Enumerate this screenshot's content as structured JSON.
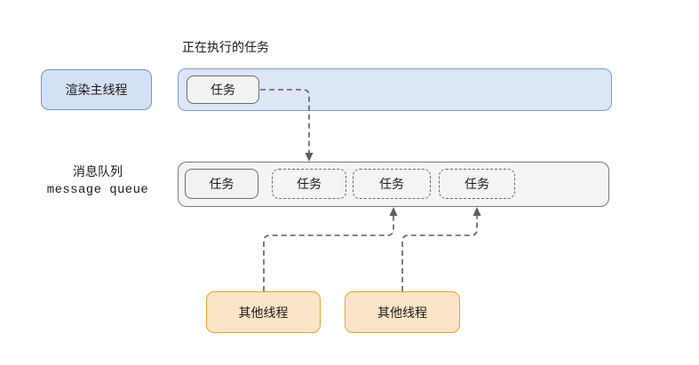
{
  "diagram": {
    "title_caption": "正在执行的任务",
    "main_thread": {
      "label": "渲染主线程",
      "running_task_label": "任务"
    },
    "queue": {
      "label_cn": "消息队列",
      "label_en": "message queue",
      "tasks": [
        {
          "label": "任务",
          "style": "solid"
        },
        {
          "label": "任务",
          "style": "dashed"
        },
        {
          "label": "任务",
          "style": "dashed"
        },
        {
          "label": "任务",
          "style": "dashed"
        }
      ]
    },
    "other_threads": [
      {
        "label": "其他线程"
      },
      {
        "label": "其他线程"
      }
    ],
    "colors": {
      "blue_fill": "#dce6f7",
      "blue_border": "#7f9fd0",
      "blue_label_fill": "#d4e1f4",
      "blue_label_border": "#6f97cc",
      "queue_fill": "#f4f4f4",
      "queue_border": "#7a7a7a",
      "task_fill": "#f2f2f2",
      "task_border": "#6d6d6d",
      "orange_fill": "#fbe5c6",
      "orange_border": "#e4a62c",
      "connector": "#5e5e5e",
      "text": "#1a1a1a"
    }
  }
}
